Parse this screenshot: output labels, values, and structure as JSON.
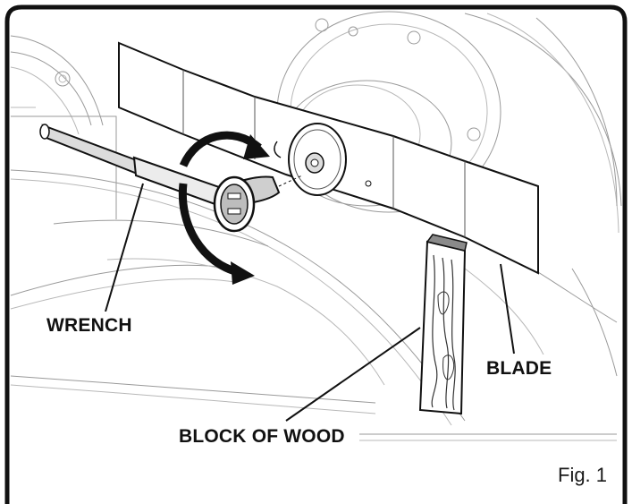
{
  "figure": {
    "caption": "Fig. 1",
    "labels": {
      "wrench": "WRENCH",
      "blade": "BLADE",
      "block_of_wood": "BLOCK OF WOOD"
    }
  }
}
